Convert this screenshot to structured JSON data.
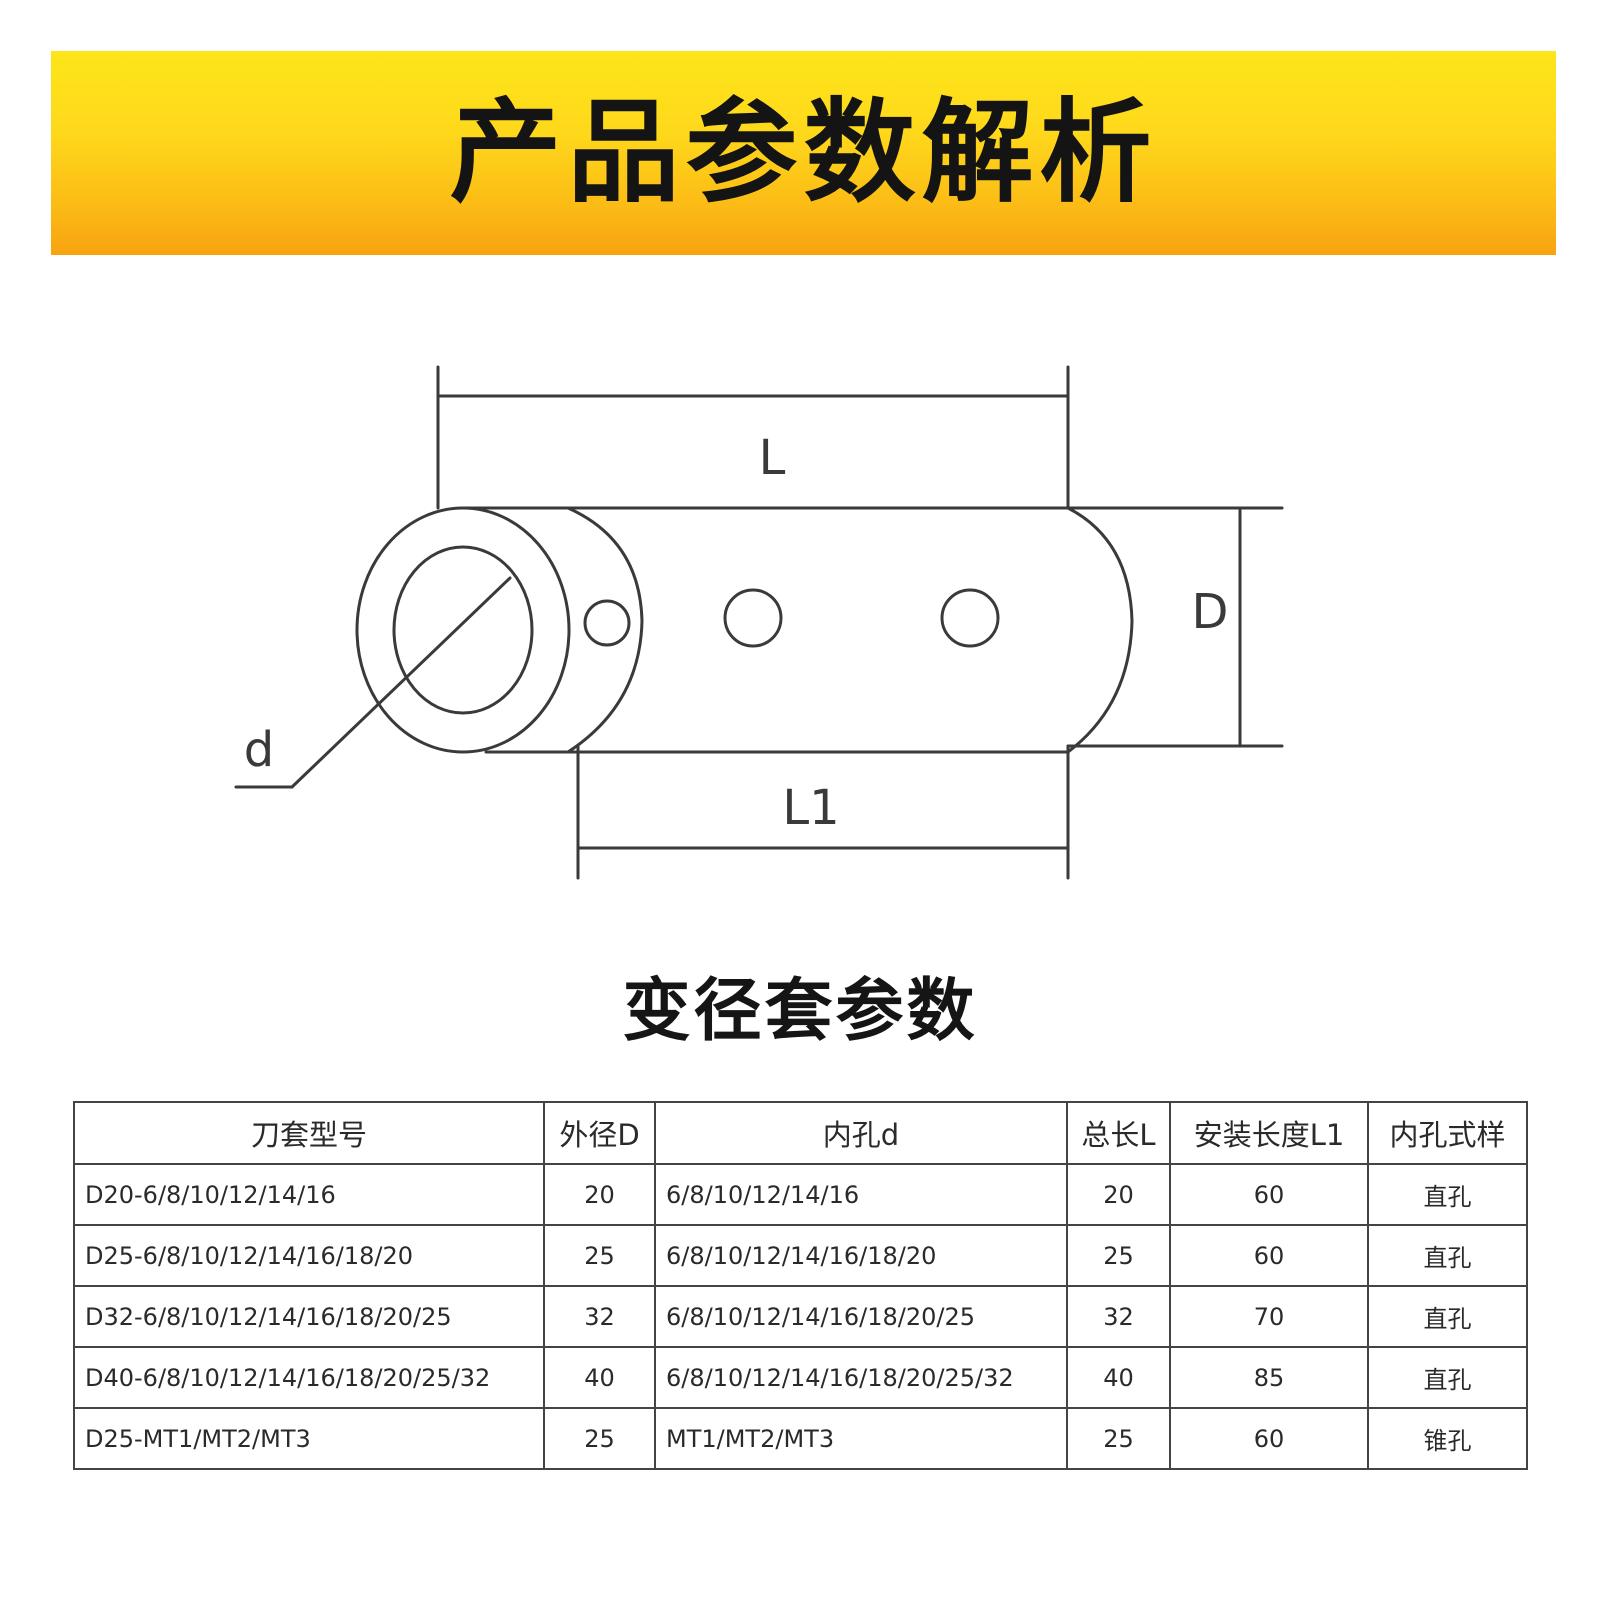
{
  "banner": {
    "title": "产品参数解析"
  },
  "diagram": {
    "labels": {
      "L": "L",
      "D": "D",
      "d": "d",
      "L1": "L1"
    }
  },
  "section": {
    "title": "变径套参数"
  },
  "table": {
    "headers": [
      "刀套型号",
      "外径D",
      "内孔d",
      "总长L",
      "安装长度L1",
      "内孔式样"
    ],
    "rows": [
      [
        "D20-6/8/10/12/14/16",
        "20",
        "6/8/10/12/14/16",
        "20",
        "60",
        "直孔"
      ],
      [
        "D25-6/8/10/12/14/16/18/20",
        "25",
        "6/8/10/12/14/16/18/20",
        "25",
        "60",
        "直孔"
      ],
      [
        "D32-6/8/10/12/14/16/18/20/25",
        "32",
        "6/8/10/12/14/16/18/20/25",
        "32",
        "70",
        "直孔"
      ],
      [
        "D40-6/8/10/12/14/16/18/20/25/32",
        "40",
        "6/8/10/12/14/16/18/20/25/32",
        "40",
        "85",
        "直孔"
      ],
      [
        "D25-MT1/MT2/MT3",
        "25",
        "MT1/MT2/MT3",
        "25",
        "60",
        "锥孔"
      ]
    ]
  },
  "colors": {
    "banner_top": "#fde61a",
    "banner_bottom": "#f7a310",
    "ink": "#333333"
  }
}
